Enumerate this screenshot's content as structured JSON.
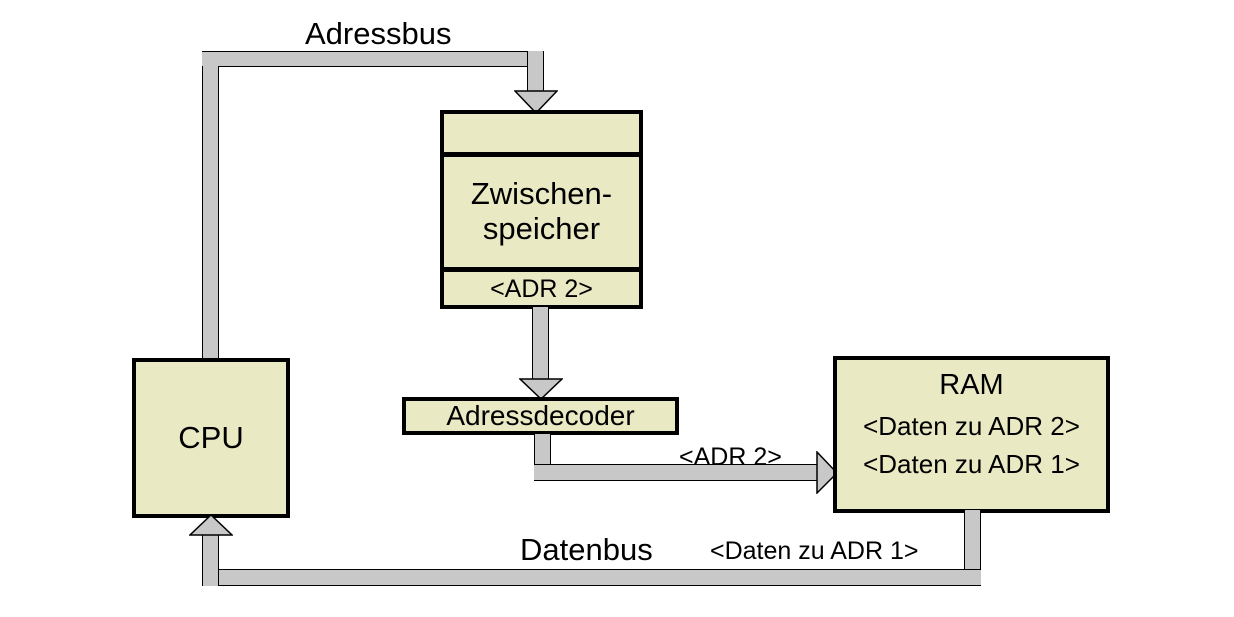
{
  "diagram": {
    "title_text": "Adressbus",
    "labels": {
      "adressbus": "Adressbus",
      "datenbus": "Datenbus",
      "adr2_arrow": "<ADR 2>",
      "daten_adr1_arrow": "<Daten zu ADR 1>"
    },
    "nodes": {
      "cpu": {
        "label": "CPU"
      },
      "zwischenspeicher": {
        "top_cell": "",
        "label": "Zwischen-\nspeicher",
        "label_line1": "Zwischen-",
        "label_line2": "speicher",
        "bottom_cell": "<ADR 2>"
      },
      "adressdecoder": {
        "label": "Adressdecoder"
      },
      "ram": {
        "title": "RAM",
        "row1": "<Daten zu ADR 2>",
        "row2": "<Daten zu ADR 1>"
      }
    },
    "colors": {
      "box_fill": "#e9e9c4",
      "box_border": "#000000",
      "bus_fill": "#c8c8c8",
      "bus_outline": "#000000",
      "background": "#ffffff",
      "text": "#000000"
    }
  }
}
